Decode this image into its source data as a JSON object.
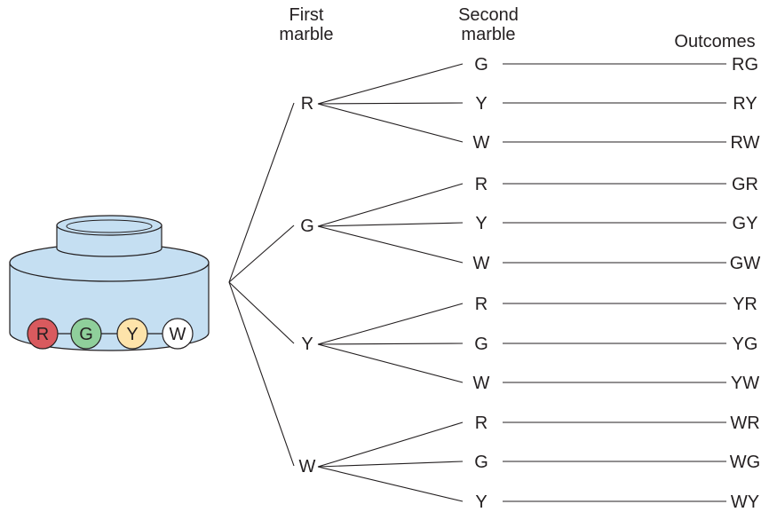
{
  "headers": {
    "first_line1": "First",
    "first_line2": "marble",
    "second_line1": "Second",
    "second_line2": "marble",
    "outcomes": "Outcomes"
  },
  "jar": {
    "marbles": [
      {
        "label": "R",
        "color": "#d95a5e"
      },
      {
        "label": "G",
        "color": "#8fcf9b"
      },
      {
        "label": "Y",
        "color": "#fde3aa"
      },
      {
        "label": "W",
        "color": "#ffffff"
      }
    ],
    "body_color": "#c5dff2"
  },
  "tree": [
    {
      "first": "R",
      "second": [
        {
          "label": "G",
          "outcome": "RG"
        },
        {
          "label": "Y",
          "outcome": "RY"
        },
        {
          "label": "W",
          "outcome": "RW"
        }
      ]
    },
    {
      "first": "G",
      "second": [
        {
          "label": "R",
          "outcome": "GR"
        },
        {
          "label": "Y",
          "outcome": "GY"
        },
        {
          "label": "W",
          "outcome": "GW"
        }
      ]
    },
    {
      "first": "Y",
      "second": [
        {
          "label": "R",
          "outcome": "YR"
        },
        {
          "label": "G",
          "outcome": "YG"
        },
        {
          "label": "W",
          "outcome": "YW"
        }
      ]
    },
    {
      "first": "W",
      "second": [
        {
          "label": "R",
          "outcome": "WR"
        },
        {
          "label": "G",
          "outcome": "WG"
        },
        {
          "label": "Y",
          "outcome": "WY"
        }
      ]
    }
  ]
}
